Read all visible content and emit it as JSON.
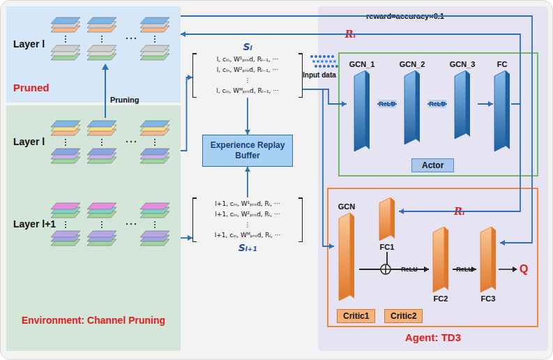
{
  "diagram": {
    "nodes": [
      {
        "text": [
          "Layer l",
          "Pruned"
        ]
      },
      {
        "text": [
          "Layer l",
          "Layer l+1",
          "Environment: Channel Pruning"
        ]
      },
      {
        "text": [
          "Sₗ",
          "l, cᵢₙ, W¹ₚᵣₒd, Rₗ₋₁, ···",
          "l, cᵢₙ, W²ₚᵣₒd, Rₗ₋₁, ···",
          "⋮",
          "l, cᵢₙ, Wᴹₚᵣₒd, Rₗ₋₁, ···"
        ]
      },
      {
        "text": [
          "Experience Replay Buffer"
        ]
      },
      {
        "text": [
          "l+1, cᵢₙ, W¹ₚᵣₒd, Rₗ, ···",
          "l+1, cᵢₙ, W²ₚᵣₒd, Rₗ, ···",
          "⋮",
          "l+1, cᵢₙ, Wᴹₚᵣₒd, Rₗ, ···",
          "Sₗ₊₁"
        ]
      },
      {
        "text": [
          "Agent: TD3"
        ]
      },
      {
        "text": [
          "Actor"
        ],
        "in": 5
      },
      {
        "text": [
          "GCN_1"
        ],
        "in": 6
      },
      {
        "text": [
          "GCN_2"
        ],
        "in": 6
      },
      {
        "text": [
          "GCN_3"
        ],
        "in": 6
      },
      {
        "text": [
          "FC"
        ],
        "in": 6
      },
      {
        "text": [
          "Critic1",
          "Critic2"
        ],
        "in": 5
      },
      {
        "text": [
          "GCN"
        ],
        "in": 11
      },
      {
        "text": [
          "FC1"
        ],
        "in": 11
      },
      {
        "text": [
          "FC2"
        ],
        "in": 11
      },
      {
        "text": [
          "FC3"
        ],
        "in": 11
      }
    ],
    "edges": [
      {
        "from": 1,
        "to": 2,
        "arrow": "to"
      },
      {
        "from": 1,
        "to": 4,
        "arrow": "to"
      },
      {
        "from": 2,
        "to": 3,
        "arrow": "to"
      },
      {
        "from": 4,
        "to": 3,
        "arrow": "to"
      },
      {
        "from": 2,
        "to": 7,
        "arrow": "to"
      },
      {
        "from": 2,
        "to": 12,
        "arrow": "to"
      },
      {
        "from": 7,
        "to": 8,
        "label": "ReLU",
        "arrow": "to"
      },
      {
        "from": 8,
        "to": 9,
        "label": "ReLU",
        "arrow": "to"
      },
      {
        "from": 9,
        "to": 10,
        "arrow": "to"
      },
      {
        "from": 10,
        "to": 0,
        "label": "Rₗ",
        "arrow": "to"
      },
      {
        "from": 10,
        "to": 13,
        "label": "Rₗ",
        "arrow": "to"
      },
      {
        "from": 0,
        "to": 15,
        "label": "reward=accuracy×0.1",
        "arrow": "to"
      },
      {
        "from": 12,
        "to": 14,
        "label": "ReLU",
        "arrow": "to"
      },
      {
        "from": 13,
        "to": 14,
        "arrow": "to"
      },
      {
        "from": 14,
        "to": 15,
        "label": "ReLU",
        "arrow": "to"
      }
    ],
    "labels": [
      "Pruning",
      "Input data",
      "Q"
    ]
  }
}
